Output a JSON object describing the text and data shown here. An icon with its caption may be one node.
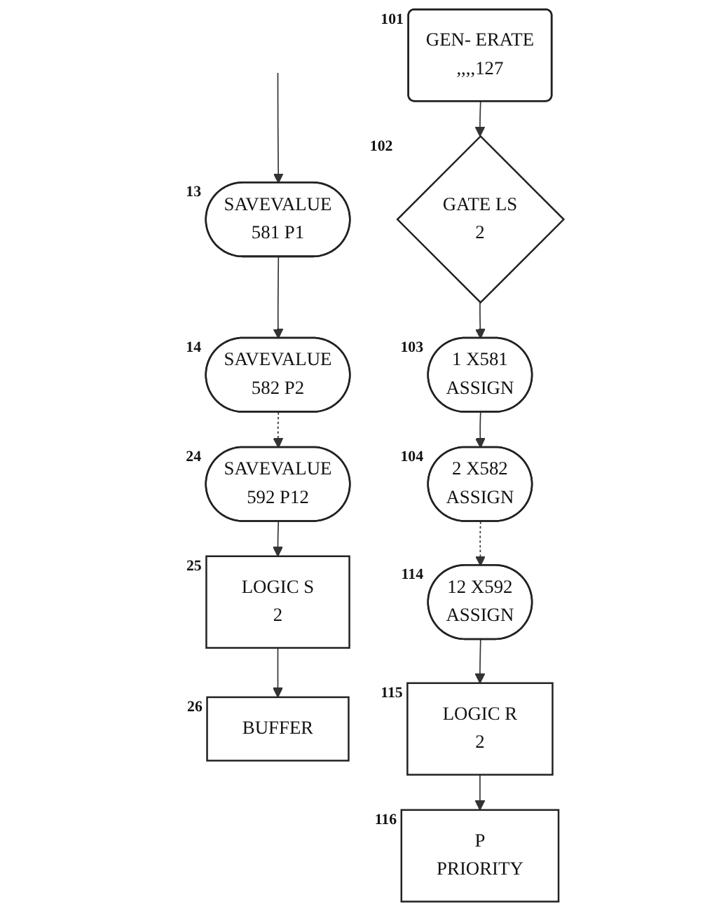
{
  "diagram": {
    "nodes": [
      {
        "text": [
          "SAVEVALUE",
          "581 P1"
        ],
        "beside": [
          "13"
        ]
      },
      {
        "text": [
          "SAVEVALUE",
          "582 P2"
        ],
        "beside": [
          "14"
        ]
      },
      {
        "text": [
          "SAVEVALUE",
          "592 P12"
        ],
        "beside": [
          "24"
        ]
      },
      {
        "text": [
          "LOGIC S",
          "2"
        ],
        "beside": [
          "25"
        ]
      },
      {
        "text": [
          "BUFFER"
        ],
        "beside": [
          "26"
        ]
      },
      {
        "text": [
          "GEN- ERATE",
          ",,,,127"
        ],
        "beside": [
          "101"
        ]
      },
      {
        "text": [
          "GATE LS",
          "2"
        ],
        "beside": [
          "102"
        ]
      },
      {
        "text": [
          "1 X581",
          "ASSIGN"
        ],
        "beside": [
          "103"
        ]
      },
      {
        "text": [
          "2 X582",
          "ASSIGN"
        ],
        "beside": [
          "104"
        ]
      },
      {
        "text": [
          "12 X592",
          "ASSIGN"
        ],
        "beside": [
          "114"
        ]
      },
      {
        "text": [
          "LOGIC R",
          "2"
        ],
        "beside": [
          "115"
        ]
      },
      {
        "text": [
          "P",
          "PRIORITY"
        ],
        "beside": [
          "116"
        ]
      }
    ],
    "edges": [
      {
        "from": null,
        "to": 0,
        "arrow": "to"
      },
      {
        "from": 0,
        "to": 1,
        "arrow": "to"
      },
      {
        "from": 1,
        "to": 2,
        "arrow": "to",
        "style": "dashed"
      },
      {
        "from": 2,
        "to": 3,
        "arrow": "to"
      },
      {
        "from": 3,
        "to": 4,
        "arrow": "to"
      },
      {
        "from": 5,
        "to": 6,
        "arrow": "to"
      },
      {
        "from": 6,
        "to": 7,
        "arrow": "to"
      },
      {
        "from": 7,
        "to": 8,
        "arrow": "to"
      },
      {
        "from": 8,
        "to": 9,
        "arrow": "to",
        "style": "dashed"
      },
      {
        "from": 9,
        "to": 10,
        "arrow": "to"
      },
      {
        "from": 10,
        "to": 11,
        "arrow": "to"
      }
    ]
  }
}
